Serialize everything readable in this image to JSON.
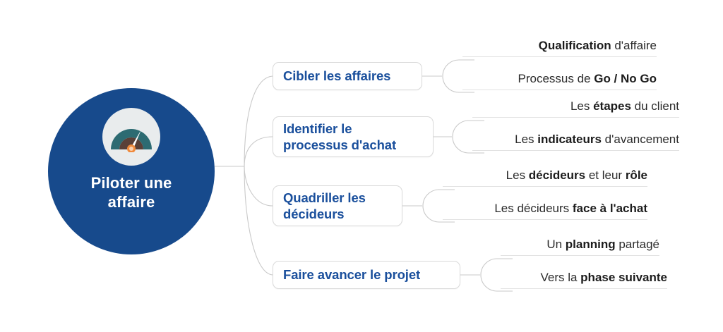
{
  "diagram": {
    "type": "mindmap",
    "title": "Piloter une affaire",
    "colors": {
      "root_fill": "#174a8c",
      "root_text": "#ffffff",
      "branch_text": "#1a4f9c",
      "branch_border": "#d9d9d9",
      "leaf_text": "#2b2b2b",
      "connector": "#c9c9c9",
      "icon_disc": "#e9eced",
      "icon_arc_outer": "#2d6b72",
      "icon_arc_inner": "#5a4038",
      "icon_needle": "#ffffff",
      "icon_pivot": "#f08a3c",
      "background": "#ffffff"
    },
    "root": {
      "icon": "gauge-icon",
      "label_line1": "Piloter une",
      "label_line2": "affaire"
    },
    "branches": [
      {
        "id": "cibler-les-affaires",
        "label_line1": "Cibler les affaires",
        "label_line2": "",
        "leaves": [
          {
            "parts": [
              {
                "t": "Qualification",
                "b": true
              },
              {
                "t": " d'affaire",
                "b": false
              }
            ]
          },
          {
            "parts": [
              {
                "t": "Processus de ",
                "b": false
              },
              {
                "t": "Go / No Go",
                "b": true
              }
            ]
          }
        ]
      },
      {
        "id": "identifier-le-processus-d-achat",
        "label_line1": "Identifier le",
        "label_line2": "processus d'achat",
        "leaves": [
          {
            "parts": [
              {
                "t": "Les ",
                "b": false
              },
              {
                "t": "étapes",
                "b": true
              },
              {
                "t": " du client",
                "b": false
              }
            ]
          },
          {
            "parts": [
              {
                "t": "Les ",
                "b": false
              },
              {
                "t": "indicateurs",
                "b": true
              },
              {
                "t": " d'avancement",
                "b": false
              }
            ]
          }
        ]
      },
      {
        "id": "quadriller-les-decideurs",
        "label_line1": "Quadriller les",
        "label_line2": "décideurs",
        "leaves": [
          {
            "parts": [
              {
                "t": "Les ",
                "b": false
              },
              {
                "t": "décideurs",
                "b": true
              },
              {
                "t": " et leur ",
                "b": false
              },
              {
                "t": "rôle",
                "b": true
              }
            ]
          },
          {
            "parts": [
              {
                "t": "Les décideurs ",
                "b": false
              },
              {
                "t": "face à l'achat",
                "b": true
              }
            ]
          }
        ]
      },
      {
        "id": "faire-avancer-le-projet",
        "label_line1": "Faire avancer le projet",
        "label_line2": "",
        "leaves": [
          {
            "parts": [
              {
                "t": "Un ",
                "b": false
              },
              {
                "t": "planning",
                "b": true
              },
              {
                "t": " partagé",
                "b": false
              }
            ]
          },
          {
            "parts": [
              {
                "t": "Vers la ",
                "b": false
              },
              {
                "t": "phase suivante",
                "b": true
              }
            ]
          }
        ]
      }
    ]
  }
}
